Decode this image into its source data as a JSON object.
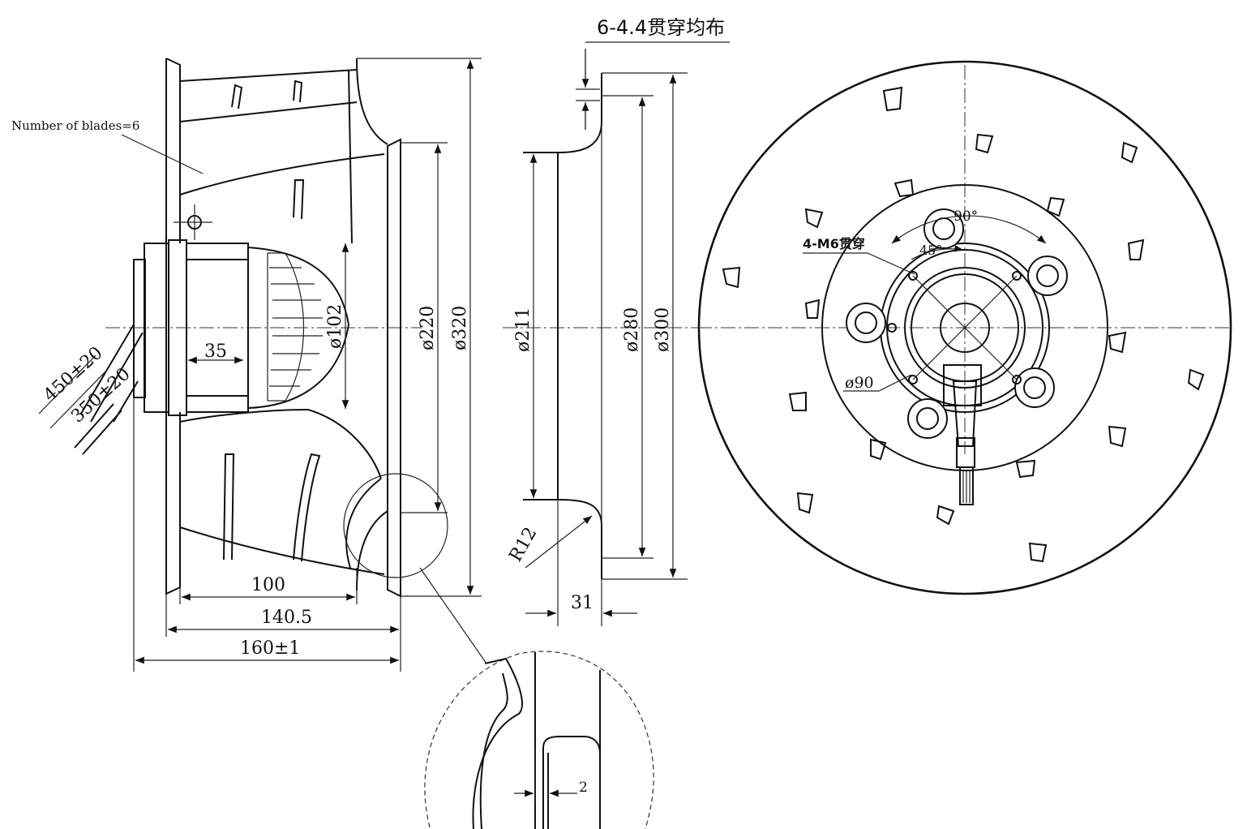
{
  "drawing": {
    "blades_note": "Number of blades=6",
    "holes_note": "6-4.4贯穿均布",
    "screws_note": "4-M6贯穿",
    "dims": {
      "cable_1": "450±20",
      "cable_2": "350±20",
      "d_hub": "35",
      "d_102": "ø102",
      "d_220": "ø220",
      "d_320": "ø320",
      "d_100": "100",
      "d_140": "140.5",
      "d_160": "160±1",
      "d_211": "ø211",
      "d_280": "ø280",
      "d_300": "ø300",
      "d_r12": "R12",
      "d_31": "31",
      "angle_90": "90°",
      "angle_45": "45°",
      "d_90": "ø90",
      "gap_2": "2"
    }
  }
}
